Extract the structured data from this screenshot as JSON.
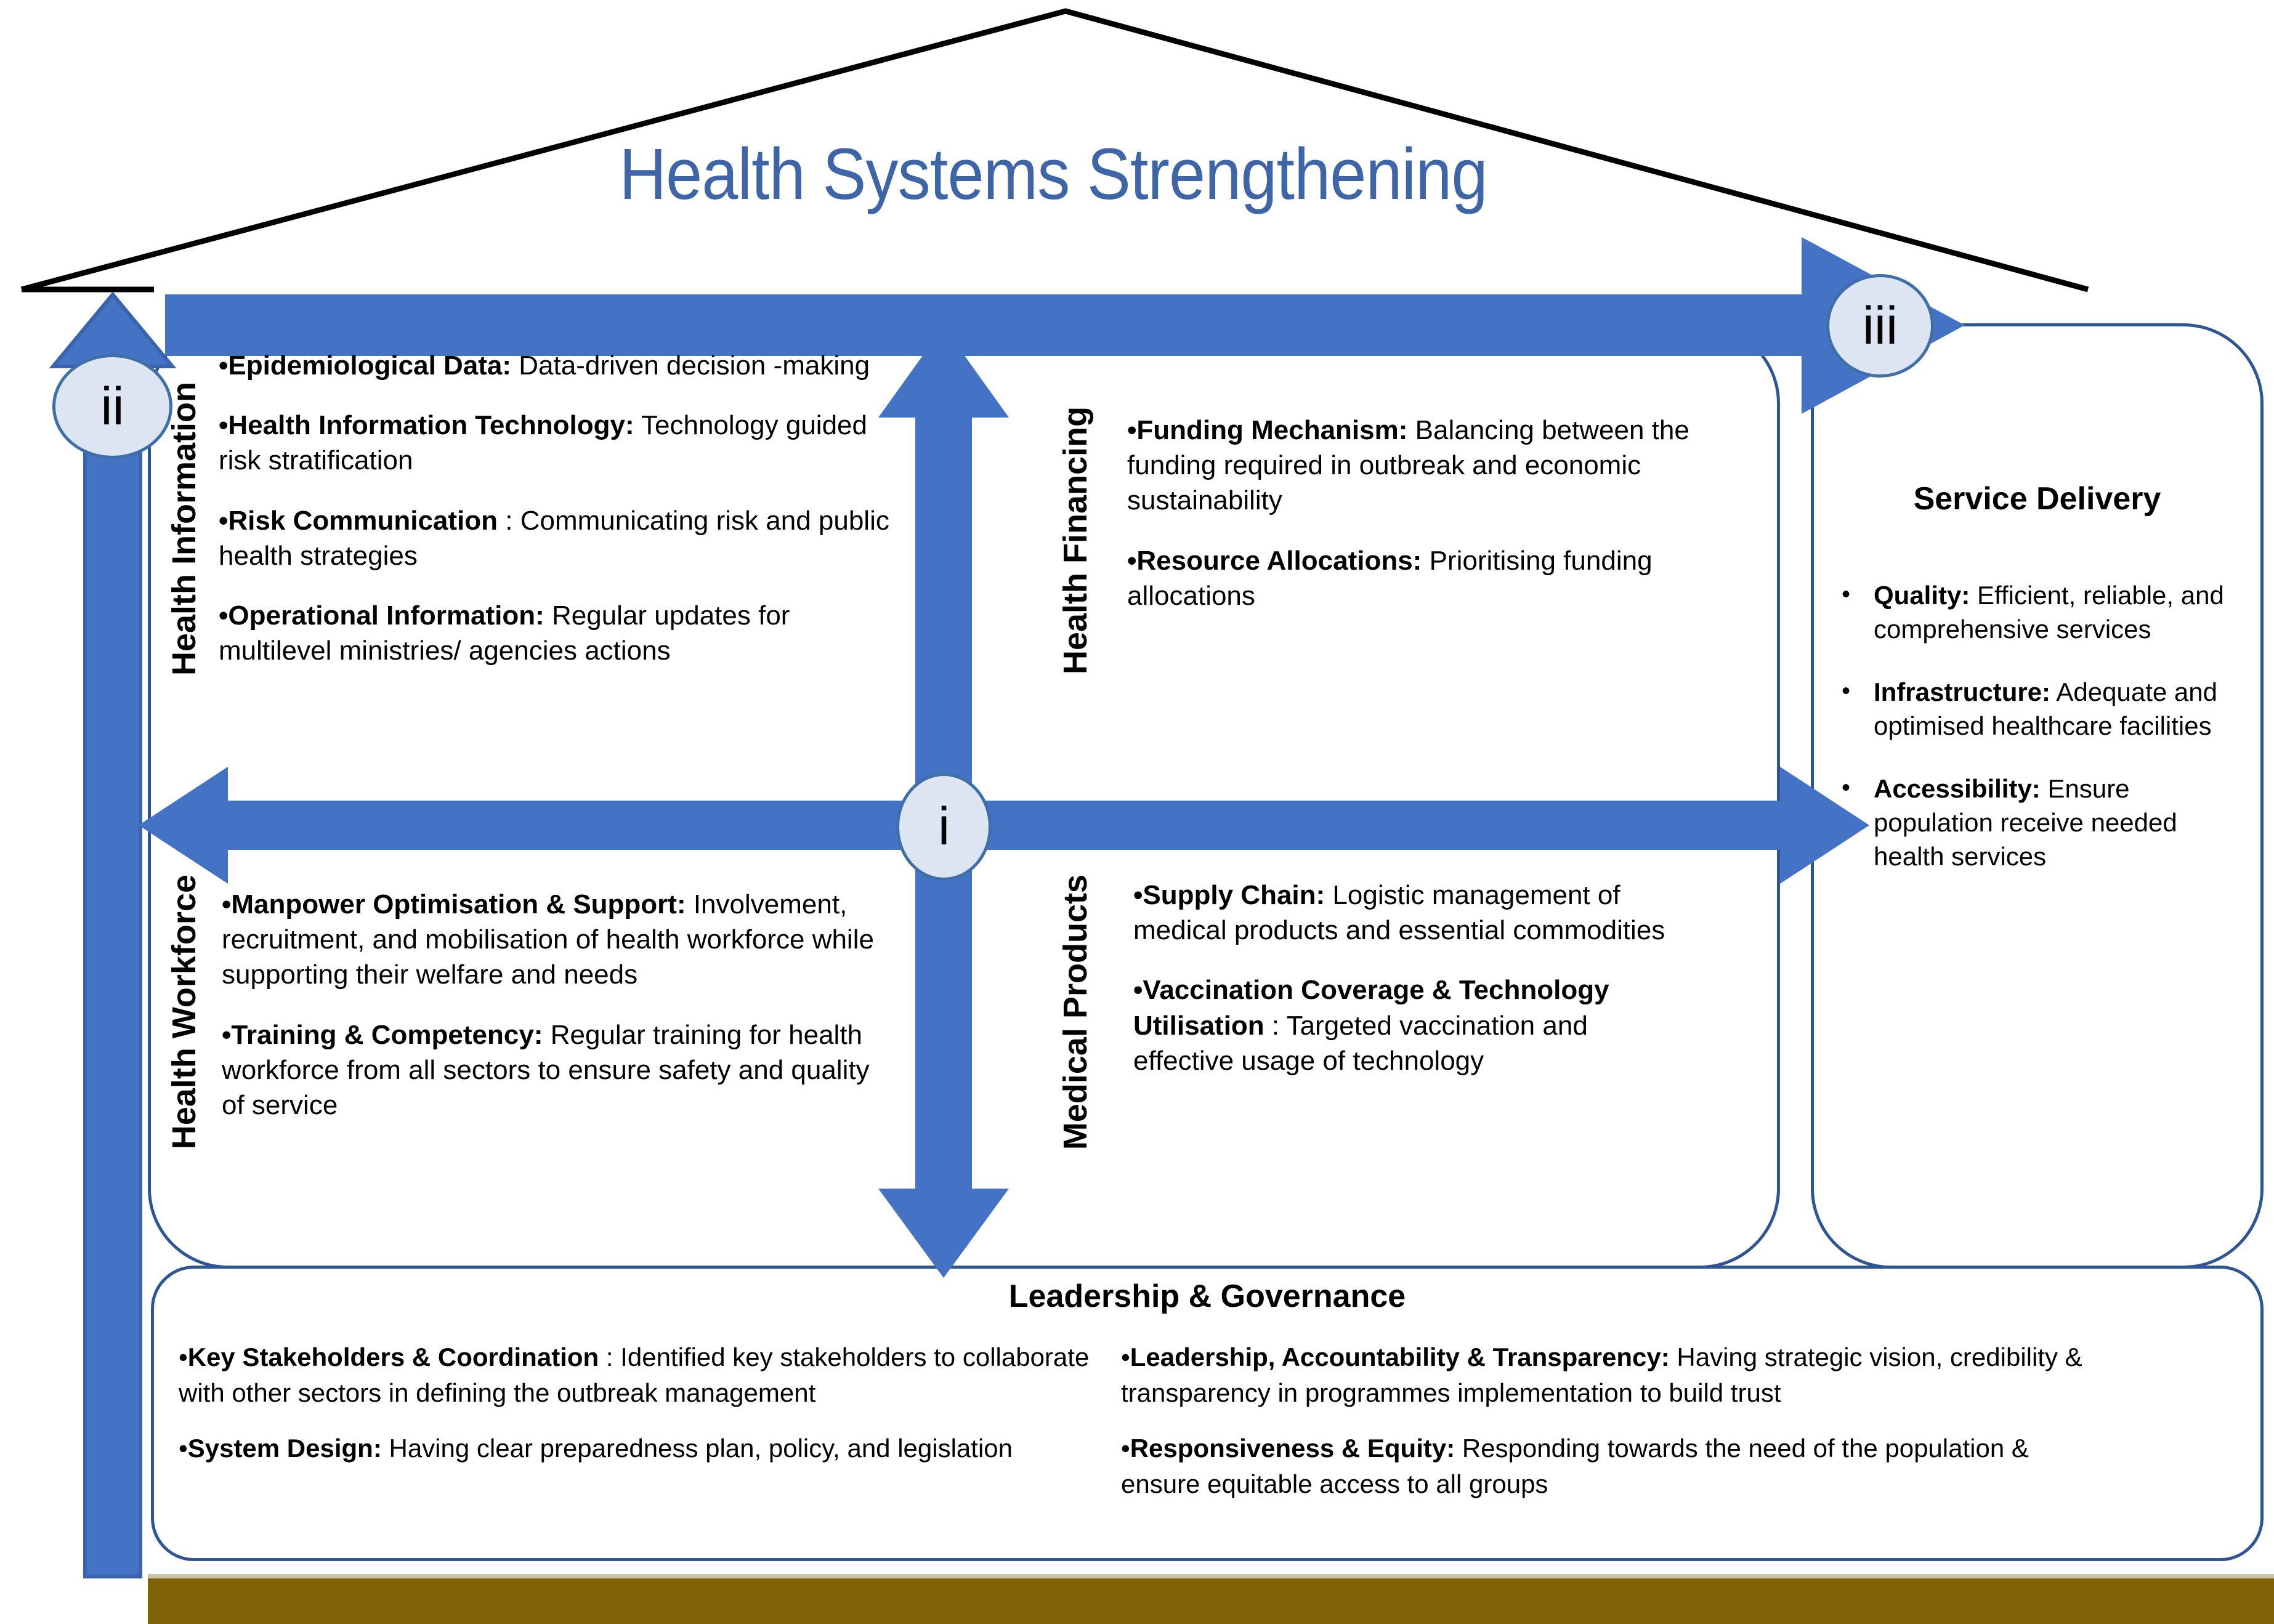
{
  "title": "Health Systems Strengthening",
  "colors": {
    "title_blue": "#3d65a8",
    "arrow_blue": "#4472C4",
    "panel_border": "#2e5596",
    "badge_fill": "#dde5f2",
    "badge_border": "#3f6fa8",
    "foundation_brown": "#806306",
    "roof_line": "#000000"
  },
  "badges": {
    "center": "i",
    "left": "ii",
    "right": "iii"
  },
  "pillars": {
    "health_information": {
      "label": "Health Information",
      "items": [
        {
          "term": "Epidemiological Data:",
          "desc": "  Data-driven decision -making"
        },
        {
          "term": "Health Information Technology:",
          "desc": "   Technology guided risk stratification"
        },
        {
          "term": "Risk Communication",
          "desc": " : Communicating risk and public  health strategies"
        },
        {
          "term": "Operational Information:",
          "desc": "  Regular updates for  multilevel  ministries/ agencies actions"
        }
      ]
    },
    "health_financing": {
      "label": "Health Financing",
      "items": [
        {
          "term": "Funding Mechanism:",
          "desc": "  Balancing between the funding required in outbreak and economic  sustainability"
        },
        {
          "term": "Resource Allocations:",
          "desc": "  Prioritising  funding allocations"
        }
      ]
    },
    "health_workforce": {
      "label": "Health Workforce",
      "items": [
        {
          "term": "Manpower Optimisation &   Support:",
          "desc": " Involvement, recruitment, and mobilisation of health  workforce  while supporting   their welfare and needs"
        },
        {
          "term": "Training  & Competency:",
          "desc": "  Regular training for health workforce from all  sectors to ensure safety and quality of service"
        }
      ]
    },
    "medical_products": {
      "label": "Medical  Products",
      "items": [
        {
          "term": "Supply Chain:",
          "desc": "  Logistic management of medical products and essential  commodities"
        },
        {
          "term": "Vaccination Coverage & Technology   Utilisation",
          "desc": " : Targeted vaccination and  effective usage of technology"
        }
      ]
    }
  },
  "service_delivery": {
    "title": "Service Delivery",
    "items": [
      {
        "term": "Quality:",
        "desc": " Efficient, reliable, and comprehensive services"
      },
      {
        "term": "Infrastructure:",
        "desc": " Adequate and  optimised healthcare facilities"
      },
      {
        "term": "Accessibility:",
        "desc": "  Ensure population receive needed health services"
      }
    ]
  },
  "leadership_governance": {
    "title": "Leadership & Governance",
    "left_items": [
      {
        "term": "Key Stakeholders & Coordination",
        "desc": "  : Identified key stakeholders to collaborate with other sectors in  defining  the outbreak  management"
      },
      {
        "term": "System Design:",
        "desc": " Having clear preparedness plan, policy, and legislation"
      }
    ],
    "right_items": [
      {
        "term": "Leadership, Accountability & Transparency:",
        "desc": "   Having strategic vision, credibility & transparency in programmes implementation to     build trust"
      },
      {
        "term": "Responsiveness & Equity:",
        "desc": "  Responding towards the need of the population & ensure equitable access to all groups"
      }
    ]
  },
  "icons": {
    "up_arrow": "up-arrow-icon",
    "right_arrow": "right-arrow-icon",
    "left_arrow": "left-arrow-icon",
    "down_arrow": "down-arrow-icon",
    "vertical_double_arrow": "vertical-double-arrow-icon",
    "horizontal_double_arrow": "horizontal-double-arrow-icon"
  }
}
